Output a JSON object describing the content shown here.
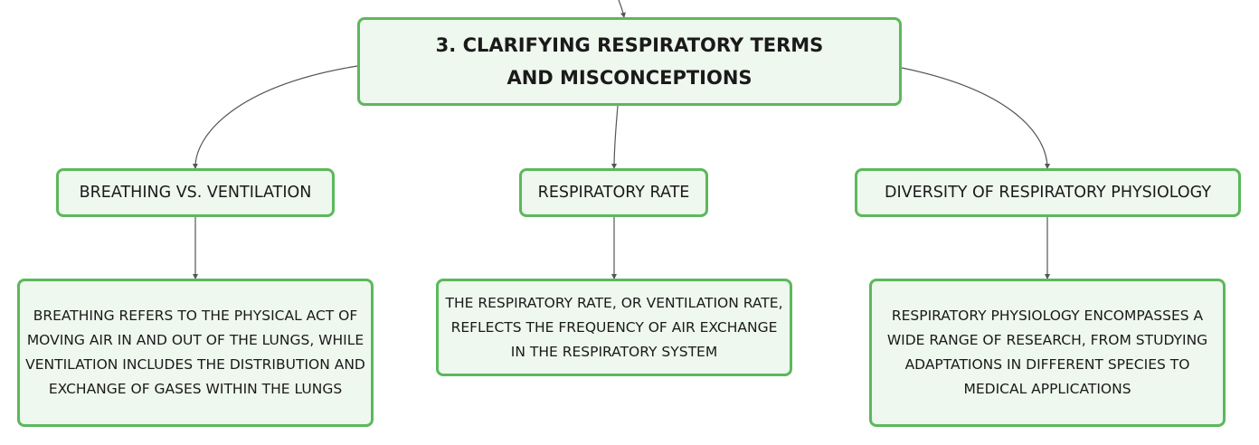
{
  "root": {
    "label": "3. CLARIFYING RESPIRATORY TERMS AND MISCONCEPTIONS"
  },
  "topics": [
    {
      "label": "BREATHING VS. VENTILATION",
      "description": "BREATHING REFERS TO THE PHYSICAL ACT OF MOVING AIR IN AND OUT OF THE LUNGS, WHILE VENTILATION INCLUDES THE DISTRIBUTION AND EXCHANGE OF GASES WITHIN THE LUNGS"
    },
    {
      "label": "RESPIRATORY RATE",
      "description": "THE RESPIRATORY RATE, OR VENTILATION RATE, REFLECTS THE FREQUENCY OF AIR EXCHANGE IN THE RESPIRATORY SYSTEM"
    },
    {
      "label": "DIVERSITY OF RESPIRATORY PHYSIOLOGY",
      "description": "RESPIRATORY PHYSIOLOGY ENCOMPASSES A WIDE RANGE OF RESEARCH, FROM STUDYING ADAPTATIONS IN DIFFERENT SPECIES TO MEDICAL APPLICATIONS"
    }
  ],
  "colors": {
    "node_border": "#5cb85c",
    "node_fill": "#eef8ee",
    "connector": "#555555",
    "text": "#1a1a1a"
  }
}
